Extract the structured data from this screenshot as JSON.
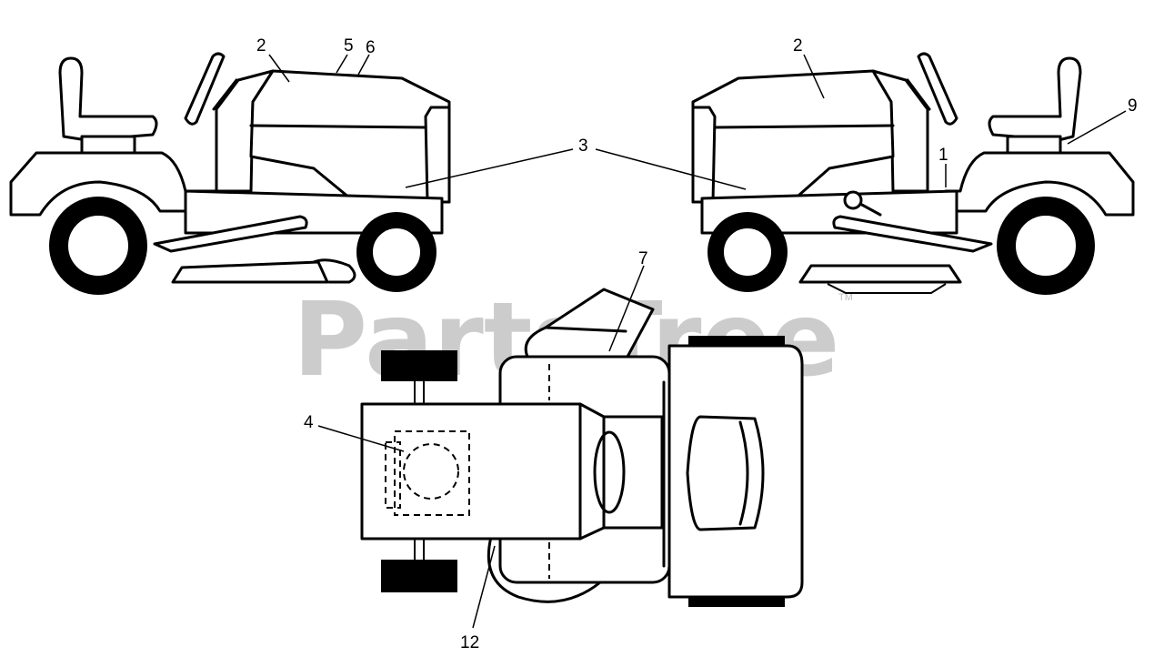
{
  "watermark": {
    "text": "PartsTree",
    "trademark": "TM"
  },
  "callouts": {
    "left_2": "2",
    "left_5": "5",
    "left_6": "6",
    "center_3": "3",
    "right_2": "2",
    "right_1": "1",
    "right_9": "9",
    "top_7": "7",
    "top_4": "4",
    "top_12": "12"
  }
}
